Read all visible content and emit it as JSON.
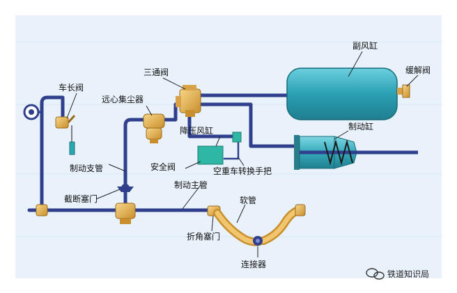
{
  "labels": {
    "che_chang_fa": "车长阀",
    "san_tong_fa": "三通阀",
    "fu_feng_gang": "副风缸",
    "huan_jie_fa": "缓解阀",
    "yuan_xin_ji_chen_qi": "远心集尘器",
    "jiang_ya_feng_gang": "降压风缸",
    "zhi_dong_gang": "制动缸",
    "an_quan_fa": "安全阀",
    "zhi_dong_zhi_guan": "制动支管",
    "kong_zhong_che_zhuan_huan_shou_ba": "空重车转换手把",
    "zhi_dong_zhu_guan": "制动主管",
    "jie_duan_sai_men": "截断塞门",
    "ruan_guan": "软管",
    "zhe_jiao_sai_men": "折角塞门",
    "lian_jie_qi": "连接器"
  },
  "watermark": "铁道知识局",
  "colors": {
    "pipe": "#2f3f8c",
    "reservoir": "#2a9fb3",
    "fitting": "#e3ad4a",
    "background_panel": "#e9f2fb",
    "valve_green": "#2fb7a6"
  }
}
